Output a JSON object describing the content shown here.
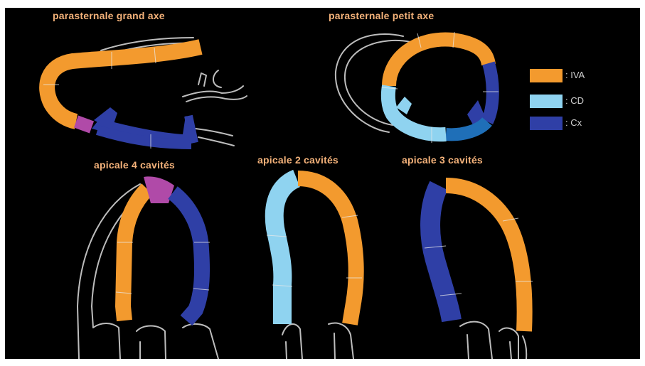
{
  "views": {
    "plax": {
      "title": "parasternale grand axe"
    },
    "psax": {
      "title": "parasternale petit axe"
    },
    "a4c": {
      "title": "apicale 4 cavités"
    },
    "a2c": {
      "title": "apicale 2 cavités"
    },
    "a3c": {
      "title": "apicale 3 cavités"
    }
  },
  "legend": [
    {
      "key": "iva",
      "label": ": IVA",
      "color": "#f39a2e"
    },
    {
      "key": "cd",
      "label": ": CD",
      "color": "#8fd3f0"
    },
    {
      "key": "cx",
      "label": ": Cx",
      "color": "#2f3fa6"
    }
  ],
  "colors": {
    "background": "#000000",
    "outline": "#bfbfbf",
    "iva": "#f39a2e",
    "cd": "#8fd3f0",
    "cx": "#2f3fa6",
    "apex_overlap": "#b04aa8",
    "segment_line": "#e8e8e8",
    "title_text": "#f4b27a"
  }
}
